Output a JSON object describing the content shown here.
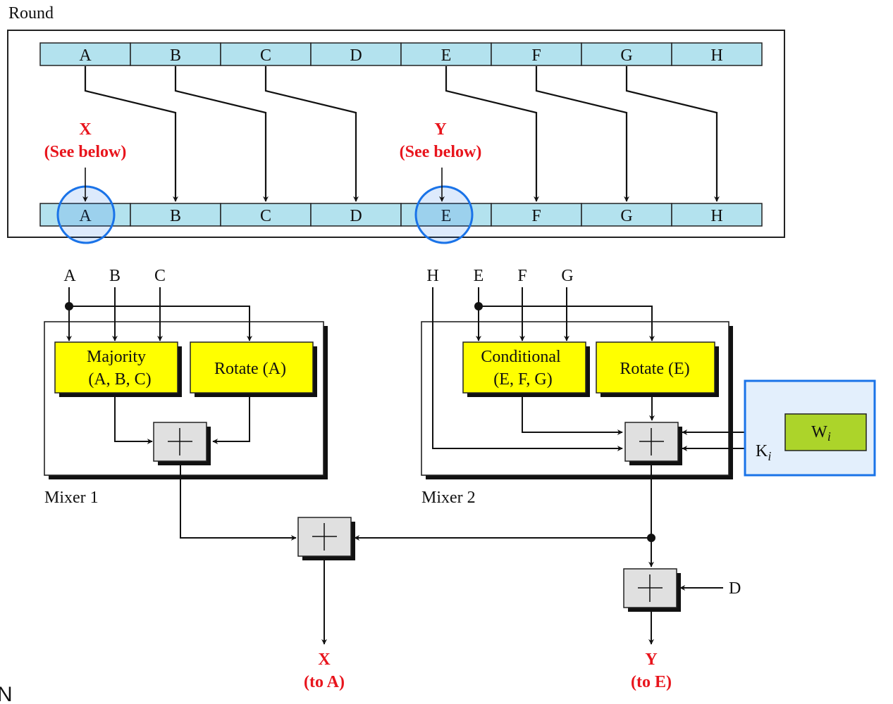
{
  "round": {
    "title": "Round",
    "top_registers": [
      "A",
      "B",
      "C",
      "D",
      "E",
      "F",
      "G",
      "H"
    ],
    "bottom_registers": [
      "A",
      "B",
      "C",
      "D",
      "E",
      "F",
      "G",
      "H"
    ],
    "x_label": "X",
    "x_note": "(See below)",
    "y_label": "Y",
    "y_note": "(See below)"
  },
  "mixer1": {
    "label": "Mixer 1",
    "inputs": [
      "A",
      "B",
      "C"
    ],
    "majority_line1": "Majority",
    "majority_line2": "(A, B, C)",
    "rotate": "Rotate (A)"
  },
  "mixer2": {
    "label": "Mixer  2",
    "inputs": [
      "H",
      "E",
      "F",
      "G"
    ],
    "conditional_line1": "Conditional",
    "conditional_line2": "(E, F, G)",
    "rotate": "Rotate (E)"
  },
  "word_box": {
    "w_label": "W",
    "w_sub": "i",
    "k_label": "K",
    "k_sub": "i"
  },
  "outputs": {
    "d_input": "D",
    "x_out": "X",
    "x_out_note": "(to A)",
    "y_out": "Y",
    "y_out_note": "(to E)"
  },
  "adder_symbol": "+",
  "corner_glyph": "N",
  "colors": {
    "register_fill": "#b3e2ee",
    "function_fill": "#ffff00",
    "adder_fill": "#e0e0e0",
    "word_fill": "#acd42a",
    "highlight_blue": "#1a73e8",
    "highlight_fill": "#e3effc",
    "red_text": "#e8141c"
  }
}
